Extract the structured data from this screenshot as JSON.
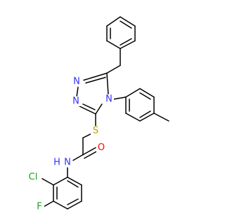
{
  "diagram": {
    "type": "chemical-structure",
    "atoms": [
      {
        "id": "N1",
        "label": "N",
        "color": "#3333ff"
      },
      {
        "id": "N2",
        "label": "N",
        "color": "#3333ff"
      },
      {
        "id": "N4",
        "label": "N",
        "color": "#3333ff"
      },
      {
        "id": "S",
        "label": "S",
        "color": "#b8a000"
      },
      {
        "id": "O",
        "label": "O",
        "color": "#ff0000"
      },
      {
        "id": "NH",
        "label": "N",
        "color": "#3333ff"
      },
      {
        "id": "H",
        "label": "H",
        "color": "#3333ff"
      },
      {
        "id": "Cl",
        "label": "Cl",
        "color": "#1aa31a"
      },
      {
        "id": "F",
        "label": "F",
        "color": "#1aa31a"
      }
    ],
    "colors": {
      "bond": "#000000",
      "nitrogen": "#3333ff",
      "sulfur": "#b8a000",
      "oxygen": "#ff0000",
      "halogen": "#1aa31a"
    }
  }
}
